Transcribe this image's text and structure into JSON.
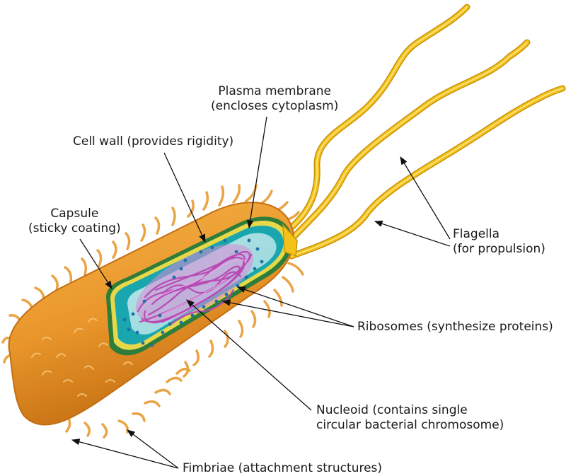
{
  "colors": {
    "capsule": "#e99a2c",
    "capsule_shadow": "#c46e12",
    "cell_wall": "#2e7d3a",
    "membrane": "#e7d84a",
    "cytoplasm": "#a8dfe3",
    "cytoplasm_dark": "#1aa6ae",
    "nucleoid": "#c75fc4",
    "ribosome": "#1f6fa8",
    "flagella": "#f5c21a",
    "leader": "#111111"
  },
  "labels": {
    "plasma_membrane": [
      "Plasma membrane",
      "(encloses cytoplasm)"
    ],
    "cell_wall": "Cell wall (provides rigidity)",
    "capsule": [
      "Capsule",
      "(sticky coating)"
    ],
    "flagella": [
      "Flagella",
      "(for propulsion)"
    ],
    "ribosomes": "Ribosomes (synthesize proteins)",
    "nucleoid": [
      "Nucleoid (contains single",
      "circular bacterial chromosome)"
    ],
    "fimbriae": "Fimbriae (attachment structures)"
  }
}
